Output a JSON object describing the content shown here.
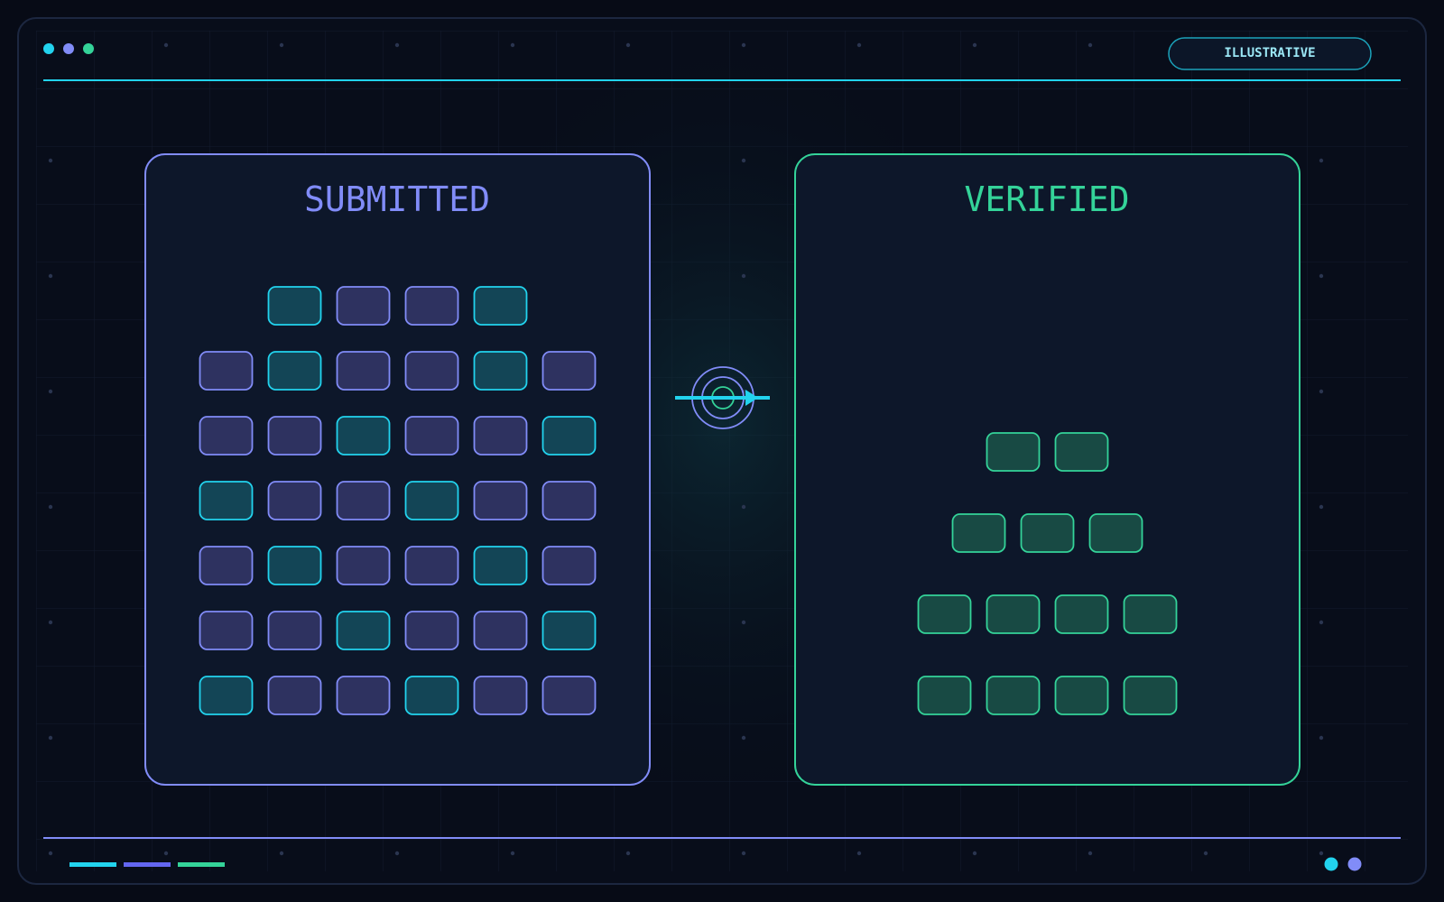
{
  "badge": {
    "label": "ILLUSTRATIVE"
  },
  "panels": {
    "submitted": {
      "title": "SUBMITTED"
    },
    "verified": {
      "title": "VERIFIED"
    }
  },
  "submitted_grid": {
    "row_counts": [
      4,
      6,
      6,
      6,
      6,
      6,
      6
    ],
    "kinds": [
      "cyan",
      "purple",
      "purple",
      "cyan",
      "purple",
      "cyan",
      "purple",
      "purple",
      "cyan",
      "purple",
      "purple",
      "purple",
      "cyan",
      "purple",
      "purple",
      "cyan",
      "cyan",
      "purple",
      "purple",
      "cyan",
      "purple",
      "purple",
      "purple",
      "cyan",
      "purple",
      "purple",
      "cyan",
      "purple",
      "purple",
      "purple",
      "cyan",
      "purple",
      "purple",
      "cyan",
      "cyan",
      "purple",
      "purple",
      "cyan",
      "purple",
      "purple"
    ]
  },
  "verified_grid": {
    "row_counts": [
      2,
      3,
      4,
      4
    ]
  },
  "colors": {
    "background": "#070b16",
    "cyan": "#22d3ee",
    "purple": "#818cf8",
    "green": "#34d399",
    "panel_fill": "#0d172a",
    "cyan_block_fill": "#134556",
    "purple_block_fill": "#2e3260",
    "green_block_fill": "#184a44"
  },
  "icons": {
    "window_dots": [
      "cyan-dot",
      "purple-dot",
      "green-dot"
    ],
    "transfer": "target-arrow-icon",
    "footer_dots": [
      "cyan-dot",
      "purple-dot"
    ]
  }
}
